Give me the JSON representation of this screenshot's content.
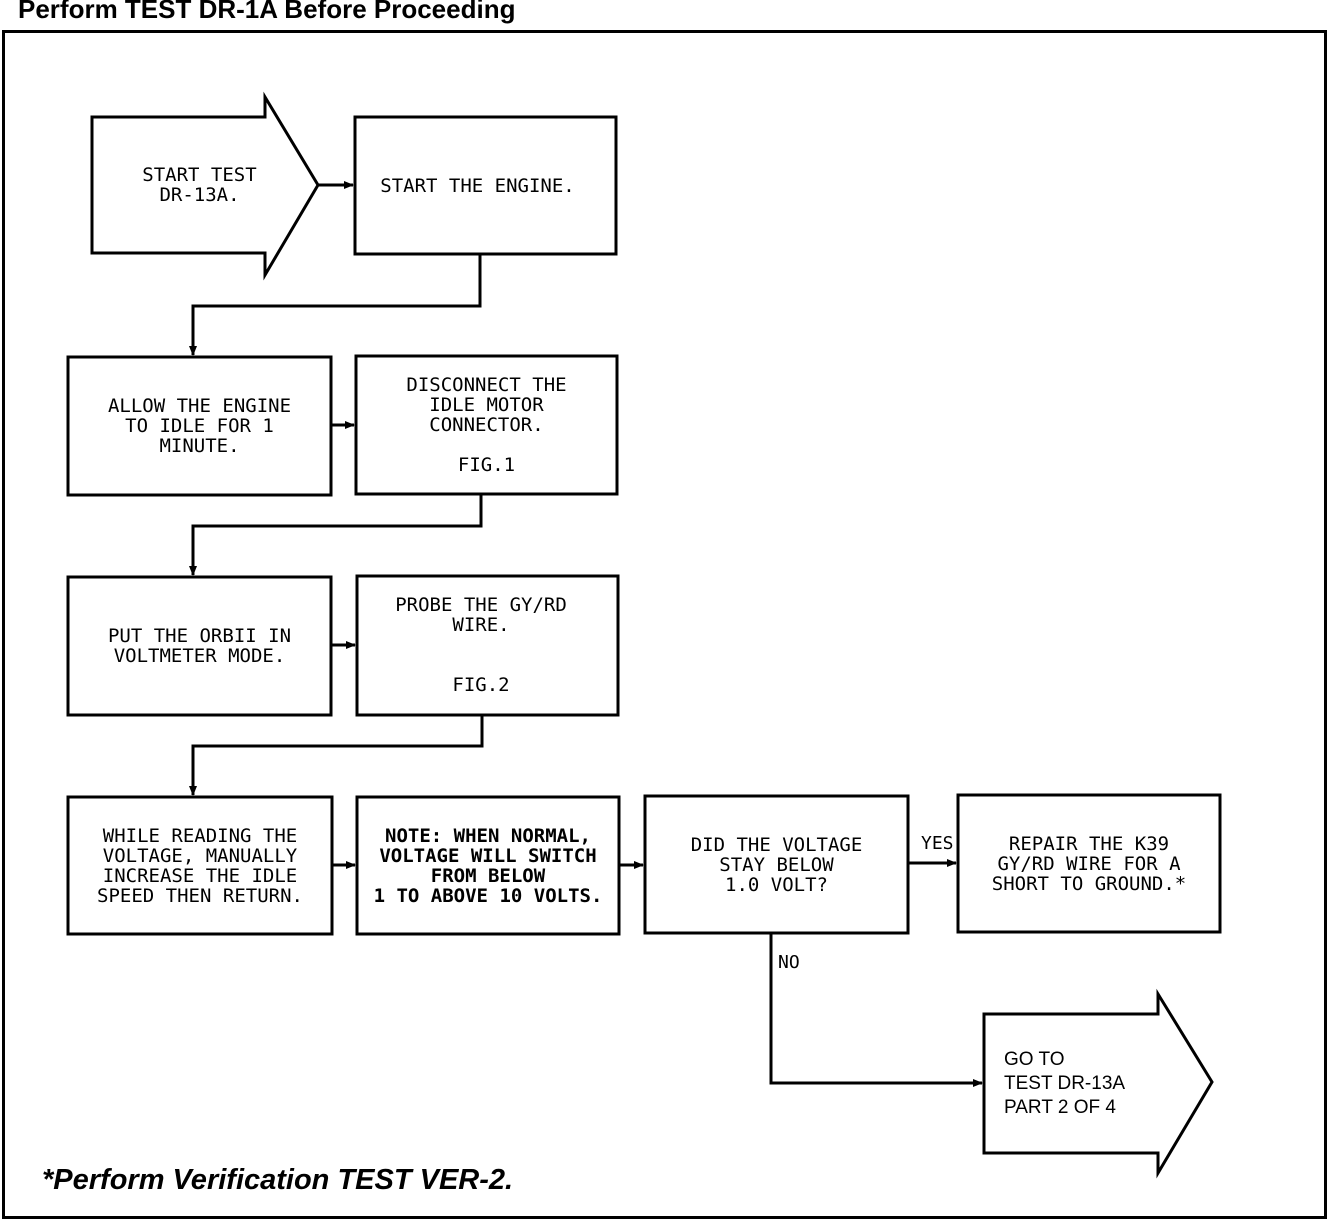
{
  "header": "Perform TEST DR-1A Before Proceeding",
  "footer": "*Perform Verification TEST VER-2.",
  "nodes": {
    "start": "START TEST\nDR-13A.",
    "start_engine": "START THE ENGINE.",
    "idle": "ALLOW THE ENGINE\nTO IDLE FOR 1\nMINUTE.",
    "disconnect": "DISCONNECT THE\nIDLE MOTOR\nCONNECTOR.\n\nFIG.1",
    "voltmeter": "PUT THE ORBII IN\nVOLTMETER MODE.",
    "probe": "PROBE THE GY/RD\nWIRE.\n\n\nFIG.2",
    "while_reading": "WHILE READING THE\nVOLTAGE, MANUALLY\nINCREASE THE IDLE\nSPEED THEN RETURN.",
    "note": "NOTE: WHEN NORMAL,\nVOLTAGE WILL SWITCH\nFROM BELOW\n1 TO ABOVE 10 VOLTS.",
    "decision": "DID THE VOLTAGE\nSTAY BELOW\n1.0 VOLT?",
    "repair": "REPAIR THE K39\nGY/RD WIRE FOR A\nSHORT TO GROUND.*",
    "goto": "GO TO\nTEST DR-13A\nPART 2 OF 4"
  },
  "edge_labels": {
    "yes": "YES",
    "no": "NO"
  }
}
